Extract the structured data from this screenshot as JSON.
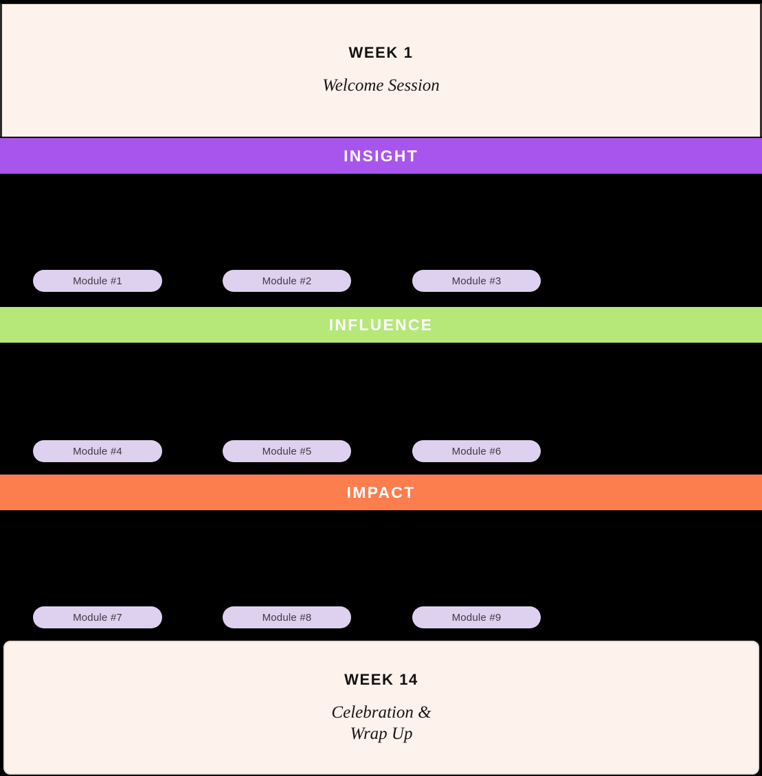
{
  "colors": {
    "background": "#000000",
    "card_cream": "#FDF2EC",
    "pill_lavender": "#DED1F0",
    "pill_text": "#3C3A44",
    "insight_purple": "#A855EE",
    "influence_green": "#B5E878",
    "impact_orange": "#FC7D4E",
    "band_text": "#FFFFFF",
    "card_title_text": "#12100F"
  },
  "start_card": {
    "title": "WEEK 1",
    "subtitle": "Welcome Session"
  },
  "phases": [
    {
      "name": "insight",
      "label": "INSIGHT",
      "color": "#A855EE",
      "modules": [
        {
          "label": "Module #1"
        },
        {
          "label": "Module #2"
        },
        {
          "label": "Module #3"
        }
      ]
    },
    {
      "name": "influence",
      "label": "INFLUENCE",
      "color": "#B5E878",
      "modules": [
        {
          "label": "Module #4"
        },
        {
          "label": "Module #5"
        },
        {
          "label": "Module #6"
        }
      ]
    },
    {
      "name": "impact",
      "label": "IMPACT",
      "color": "#FC7D4E",
      "modules": [
        {
          "label": "Module #7"
        },
        {
          "label": "Module #8"
        },
        {
          "label": "Module #9"
        }
      ]
    }
  ],
  "end_card": {
    "title": "WEEK 14",
    "subtitle_line_1": "Celebration &",
    "subtitle_line_2": "Wrap Up"
  }
}
